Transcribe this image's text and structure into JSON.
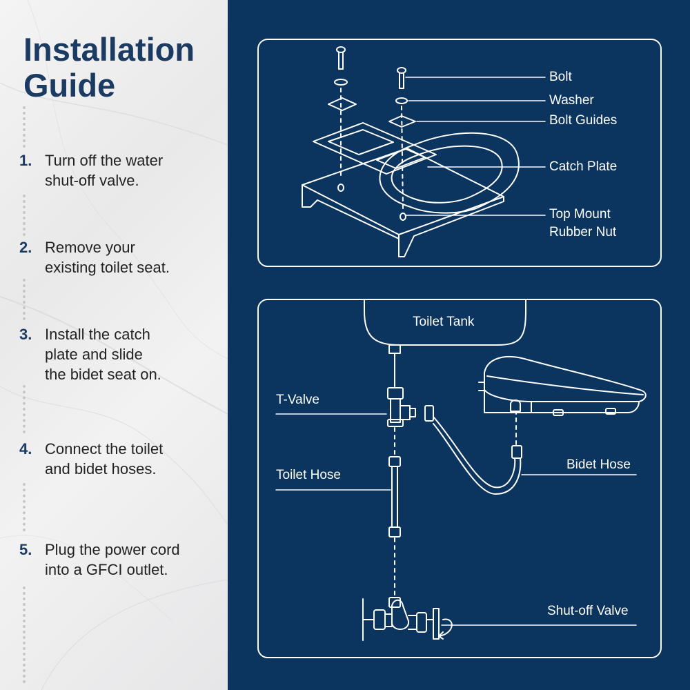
{
  "title_line1": "Installation",
  "title_line2": "Guide",
  "steps": [
    {
      "number": "1.",
      "line1": "Turn off the water",
      "line2": "shut-off valve."
    },
    {
      "number": "2.",
      "line1": "Remove your",
      "line2": "existing toilet seat."
    },
    {
      "number": "3.",
      "line1": "Install the catch",
      "line2": "plate and slide",
      "line3": "the bidet seat on."
    },
    {
      "number": "4.",
      "line1": "Connect the toilet",
      "line2": "and bidet hoses."
    },
    {
      "number": "5.",
      "line1": "Plug the power cord",
      "line2": "into a GFCI outlet."
    }
  ],
  "top_diagram": {
    "labels": {
      "bolt": "Bolt",
      "washer": "Washer",
      "bolt_guides": "Bolt Guides",
      "catch_plate": "Catch Plate",
      "rubber_nut_line1": "Top Mount",
      "rubber_nut_line2": "Rubber Nut"
    }
  },
  "bottom_diagram": {
    "labels": {
      "toilet_tank": "Toilet Tank",
      "t_valve": "T-Valve",
      "toilet_hose": "Toilet Hose",
      "bidet_hose": "Bidet Hose",
      "shutoff_valve": "Shut-off Valve"
    }
  },
  "colors": {
    "navy": "#0b345e",
    "title_blue": "#1b3b63",
    "line_white": "#ffffff",
    "marble": "#efefef"
  }
}
